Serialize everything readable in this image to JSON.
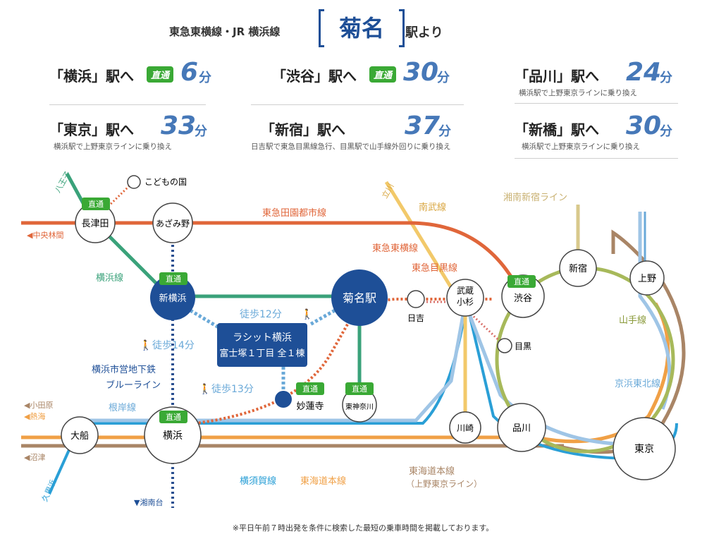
{
  "header": {
    "lines": "東急東横線・JR 横浜線",
    "station": "菊名",
    "suffix": "駅より"
  },
  "times": [
    {
      "dest": "「横浜」駅へ",
      "direct": "直通",
      "minutes": "6",
      "unit": "分",
      "note": ""
    },
    {
      "dest": "「渋谷」駅へ",
      "direct": "直通",
      "minutes": "30",
      "unit": "分",
      "note": ""
    },
    {
      "dest": "「品川」駅へ",
      "direct": "",
      "minutes": "24",
      "unit": "分",
      "note": "横浜駅で上野東京ラインに乗り換え"
    },
    {
      "dest": "「東京」駅へ",
      "direct": "",
      "minutes": "33",
      "unit": "分",
      "note": "横浜駅で上野東京ラインに乗り換え"
    },
    {
      "dest": "「新宿」駅へ",
      "direct": "",
      "minutes": "37",
      "unit": "分",
      "note": "日吉駅で東急目黒線急行、目黒駅で山手線外回りに乗り換え"
    },
    {
      "dest": "「新橋」駅へ",
      "direct": "",
      "minutes": "30",
      "unit": "分",
      "note": "横浜駅で上野東京ラインに乗り換え"
    }
  ],
  "map": {
    "stations": {
      "nagatsuta": "長津田",
      "azamino": "あざみ野",
      "kodomonokuni": "こどもの国",
      "shinyokohama": "新横浜",
      "kikuna": "菊名駅",
      "hiyoshi": "日吉",
      "musashikosugi_1": "武蔵",
      "musashikosugi_2": "小杉",
      "shibuya": "渋谷",
      "shinjuku": "新宿",
      "ueno": "上野",
      "meguro": "目黒",
      "myorenji": "妙蓮寺",
      "higashikanagawa": "東神奈川",
      "ofuna": "大船",
      "yokohama": "横浜",
      "kawasaki": "川崎",
      "shinagawa": "品川",
      "tokyo": "東京"
    },
    "site": {
      "line1": "ラシット横浜",
      "line2": "富士塚１丁目 全１棟"
    },
    "walks": [
      {
        "label": "徒歩12分"
      },
      {
        "label": "徒歩14分"
      },
      {
        "label": "徒歩13分"
      }
    ],
    "direct_badge": "直通",
    "lines": {
      "denentoshi": "東急田園都市線",
      "toyoko": "東急東横線",
      "meguro": "東急目黒線",
      "nambu": "南武線",
      "shonan_shinjuku": "湘南新宿ライン",
      "yamanote": "山手線",
      "keihin": "京浜東北線",
      "yokohama": "横浜線",
      "blueline_1": "横浜市営地下鉄",
      "blueline_2": "ブルーライン",
      "negishi": "根岸線",
      "yokosuka": "横須賀線",
      "tokaido": "東海道本線",
      "tokaido_ueno_1": "東海道本線",
      "tokaido_ueno_2": "（上野東京ライン）"
    },
    "directions": {
      "chuo_rinkan": "◀中央林間",
      "hachioji": "八王子",
      "tachikawa": "立川",
      "odawara": "◀小田原",
      "atami": "◀熱海",
      "numazu": "◀沼津",
      "kurihama": "久里浜",
      "shonandai": "▼湘南台"
    },
    "colors": {
      "denentoshi": "#e0663a",
      "yokohama_line": "#3aa27a",
      "blueline": "#2a4f90",
      "toyoko": "#e0663a",
      "meguro_line": "#d9716b",
      "nambu": "#f2c96a",
      "shonan_shinjuku": "#d8c98c",
      "yamanote": "#a7b95a",
      "keihin": "#9fc5e6",
      "negishi": "#9fc5e6",
      "yokosuka": "#2a9fd6",
      "tokaido": "#f0a046",
      "tokaido_ueno": "#a98566",
      "accent": "#1e4f97",
      "direct": "#3aa935",
      "walk": "#6aa9d8"
    }
  },
  "footnote": "※平日午前７時出発を条件に検索した最短の乗車時間を掲載しております。"
}
